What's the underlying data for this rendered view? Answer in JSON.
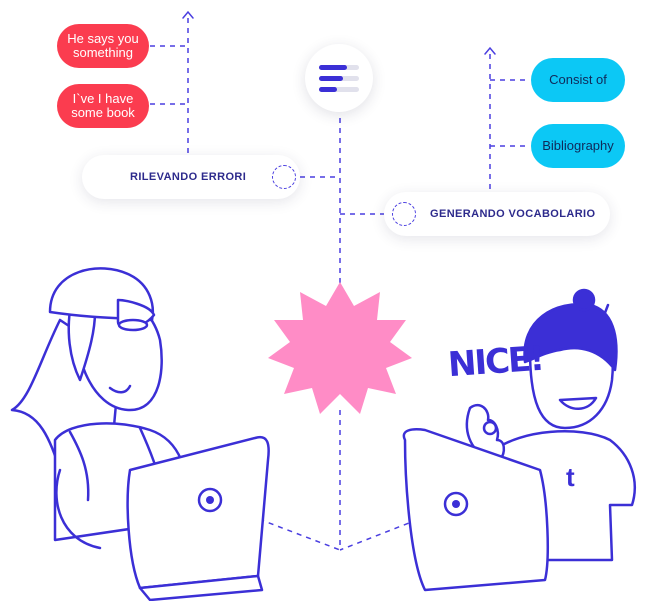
{
  "left_bubbles": [
    {
      "text": "He says you\nsomething"
    },
    {
      "text": "I`ve I have\nsome book"
    }
  ],
  "right_bubbles": [
    {
      "text": "Consist of"
    },
    {
      "text": "Bibliography"
    }
  ],
  "cards": {
    "left": {
      "label": "RILEVANDO ERRORI"
    },
    "right": {
      "label": "GENERANDO VOCABOLARIO"
    }
  },
  "illustration": {
    "exclamation": "NICE!",
    "shirt_logo": "t"
  },
  "colors": {
    "primary": "#3b2fd6",
    "red": "#fb3c4f",
    "cyan": "#0cc8f5",
    "burst": "#ff8cc6"
  }
}
